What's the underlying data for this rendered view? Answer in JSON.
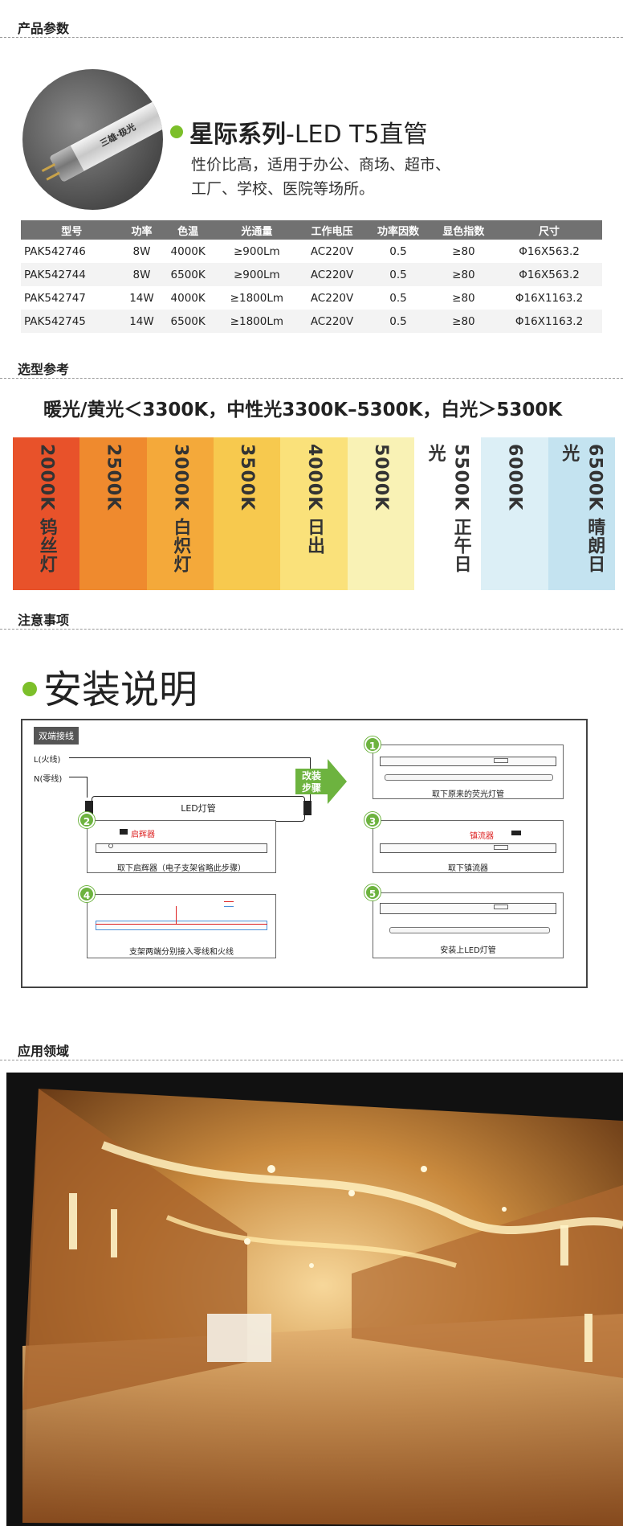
{
  "sections": {
    "params": "产品参数",
    "selection": "选型参考",
    "notes": "注意事项",
    "application": "应用领域"
  },
  "product": {
    "tube_text": "三雄·极光",
    "title_bold": "星际系列",
    "title_rest": "-LED T5直管",
    "desc_line1": "性价比高，适用于办公、商场、超市、",
    "desc_line2": "工厂、学校、医院等场所。"
  },
  "spec_table": {
    "headers": [
      "型号",
      "功率",
      "色温",
      "光通量",
      "工作电压",
      "功率因数",
      "显色指数",
      "尺寸"
    ],
    "rows": [
      [
        "PAK542746",
        "8W",
        "4000K",
        "≥900Lm",
        "AC220V",
        "0.5",
        "≥80",
        "Φ16X563.2"
      ],
      [
        "PAK542744",
        "8W",
        "6500K",
        "≥900Lm",
        "AC220V",
        "0.5",
        "≥80",
        "Φ16X563.2"
      ],
      [
        "PAK542747",
        "14W",
        "4000K",
        "≥1800Lm",
        "AC220V",
        "0.5",
        "≥80",
        "Φ16X1163.2"
      ],
      [
        "PAK542745",
        "14W",
        "6500K",
        "≥1800Lm",
        "AC220V",
        "0.5",
        "≥80",
        "Φ16X1163.2"
      ]
    ]
  },
  "color_temp": {
    "summary": "暖光/黄光＜3300K，中性光3300K–5300K，白光＞5300K",
    "swatches": [
      {
        "label": "2000K 钨丝灯",
        "color": "#e8522a"
      },
      {
        "label": "2500K",
        "color": "#ef8a2e"
      },
      {
        "label": "3000K 白炽灯",
        "color": "#f4a93a"
      },
      {
        "label": "3500K",
        "color": "#f7c94e"
      },
      {
        "label": "4000K 日出",
        "color": "#fae17a"
      },
      {
        "label": "5000K",
        "color": "#f9f2b5"
      },
      {
        "label": "5500K 正午日光",
        "color": "#ffffff"
      },
      {
        "label": "6000K",
        "color": "#dceff6"
      },
      {
        "label": "6500K 晴朗日光",
        "color": "#c4e3f0"
      }
    ]
  },
  "install": {
    "title": "安装说明",
    "wiring_tag": "双端接线",
    "live": "L(火线)",
    "neutral": "N(零线)",
    "led_tube": "LED灯管",
    "change_steps": "改装\n步骤",
    "step1_caption": "取下原来的荧光灯管",
    "step2_label": "启辉器",
    "step2_caption": "取下启辉器（电子支架省略此步骤）",
    "step3_label": "镇流器",
    "step3_caption": "取下镇流器",
    "step4_caption": "支架两端分别接入零线和火线",
    "step5_caption": "安装上LED灯管",
    "step_numbers": [
      "1",
      "2",
      "3",
      "4",
      "5"
    ]
  },
  "colors": {
    "accent_green": "#7cbf2a",
    "table_header": "#717171"
  }
}
